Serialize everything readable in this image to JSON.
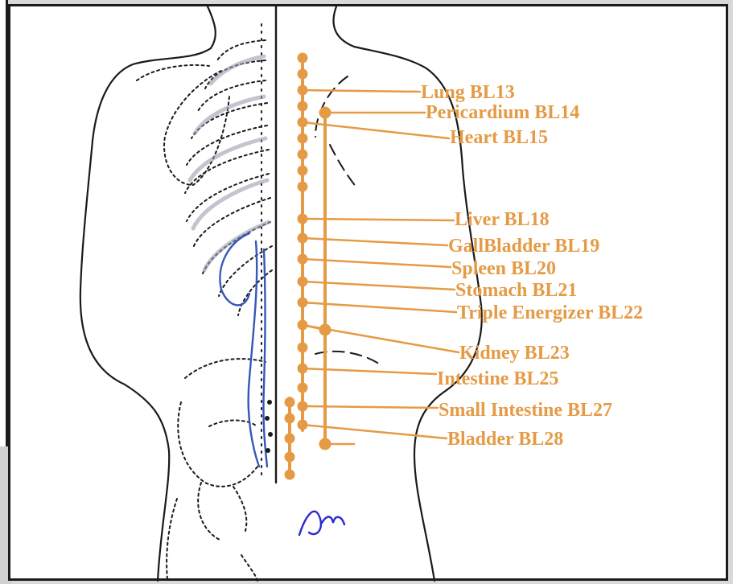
{
  "colors": {
    "accent": "#e59b45",
    "outline": "#1a1a1a",
    "vein": "#3557b8",
    "signature": "#2a2ad0"
  },
  "labels": [
    {
      "id": "lung",
      "text": "Lung BL13"
    },
    {
      "id": "pericardium",
      "text": "Pericardium BL14"
    },
    {
      "id": "heart",
      "text": "Heart BL15"
    },
    {
      "id": "liver",
      "text": "Liver BL18"
    },
    {
      "id": "gallbladder",
      "text": "GallBladder BL19"
    },
    {
      "id": "spleen",
      "text": "Spleen BL20"
    },
    {
      "id": "stomach",
      "text": "Stomach BL21"
    },
    {
      "id": "triple-energizer",
      "text": "Triple Energizer  BL22"
    },
    {
      "id": "kidney",
      "text": "Kidney  BL23"
    },
    {
      "id": "intestine",
      "text": "Intestine BL25"
    },
    {
      "id": "small-intestine",
      "text": "Small Intestine BL27"
    },
    {
      "id": "bladder",
      "text": "Bladder  BL28"
    }
  ],
  "signature": "Am"
}
